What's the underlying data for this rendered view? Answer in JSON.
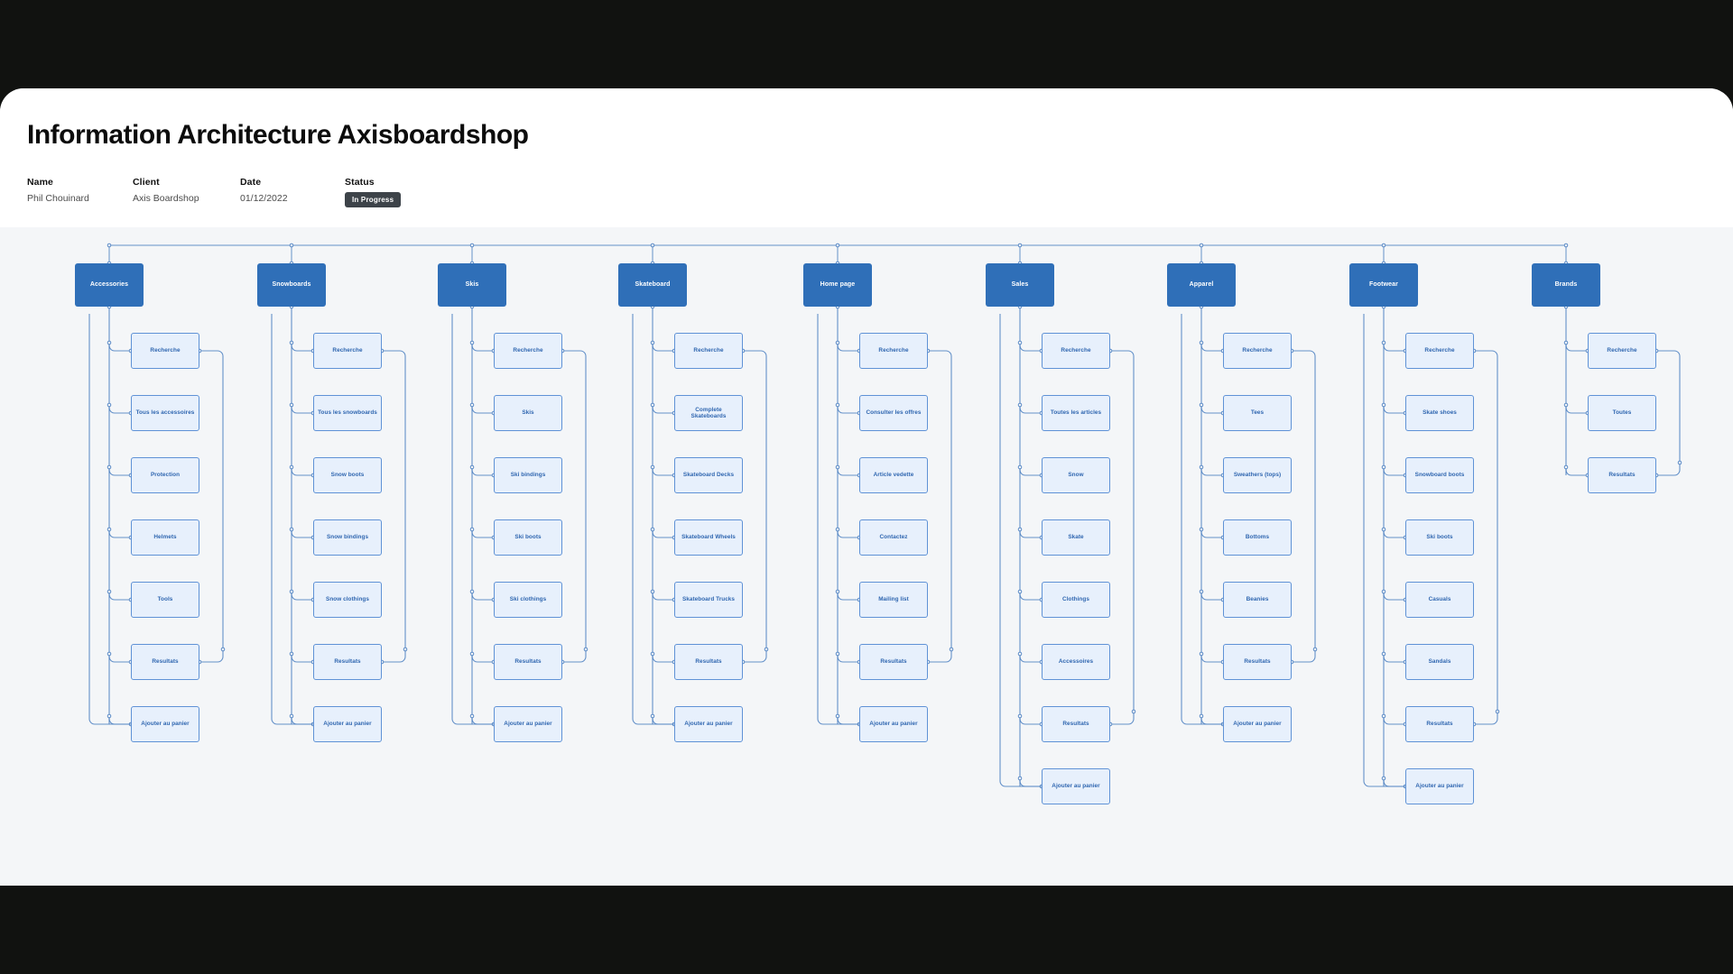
{
  "page": {
    "title": "Information Architecture Axisboardshop",
    "background_color": "#111210",
    "card_color": "#ffffff",
    "canvas_color": "#f4f6f8"
  },
  "meta": {
    "name_label": "Name",
    "name_value": "Phil Chouinard",
    "client_label": "Client",
    "client_value": "Axis Boardshop",
    "date_label": "Date",
    "date_value": "01/12/2022",
    "status_label": "Status",
    "status_value": "In Progress",
    "status_color": "#3d4349"
  },
  "colors": {
    "root_fill": "#2f6fb8",
    "root_text": "#ffffff",
    "leaf_fill": "#e7f0fc",
    "leaf_border": "#5f92d6",
    "leaf_text": "#2f66b0",
    "connector": "#4a7fc1"
  },
  "diagram": {
    "type": "sitemap-tree",
    "columns": [
      {
        "root": "Accessories",
        "children": [
          "Recherche",
          "Tous les accessoires",
          "Protection",
          "Helmets",
          "Tools",
          "Resultats",
          "Ajouter au panier"
        ]
      },
      {
        "root": "Snowboards",
        "children": [
          "Recherche",
          "Tous les snowboards",
          "Snow boots",
          "Snow bindings",
          "Snow clothings",
          "Resultats",
          "Ajouter au panier"
        ]
      },
      {
        "root": "Skis",
        "children": [
          "Recherche",
          "Skis",
          "Ski bindings",
          "Ski boots",
          "Ski clothings",
          "Resultats",
          "Ajouter au panier"
        ]
      },
      {
        "root": "Skateboard",
        "children": [
          "Recherche",
          "Complete Skateboards",
          "Skateboard Decks",
          "Skateboard Wheels",
          "Skateboard Trucks",
          "Resultats",
          "Ajouter au panier"
        ]
      },
      {
        "root": "Home page",
        "children": [
          "Recherche",
          "Consulter les offres",
          "Article vedette",
          "Contactez",
          "Mailing list",
          "Resultats",
          "Ajouter au panier"
        ]
      },
      {
        "root": "Sales",
        "children": [
          "Recherche",
          "Toutes les articles",
          "Snow",
          "Skate",
          "Clothings",
          "Accessoires",
          "Resultats",
          "Ajouter au panier"
        ]
      },
      {
        "root": "Apparel",
        "children": [
          "Recherche",
          "Tees",
          "Sweathers (tops)",
          "Bottoms",
          "Beanies",
          "Resultats",
          "Ajouter au panier"
        ]
      },
      {
        "root": "Footwear",
        "children": [
          "Recherche",
          "Skate shoes",
          "Snowboard boots",
          "Ski boots",
          "Casuals",
          "Sandals",
          "Resultats",
          "Ajouter au panier"
        ]
      },
      {
        "root": "Brands",
        "children": [
          "Recherche",
          "Toutes",
          "Resultats"
        ]
      }
    ]
  }
}
